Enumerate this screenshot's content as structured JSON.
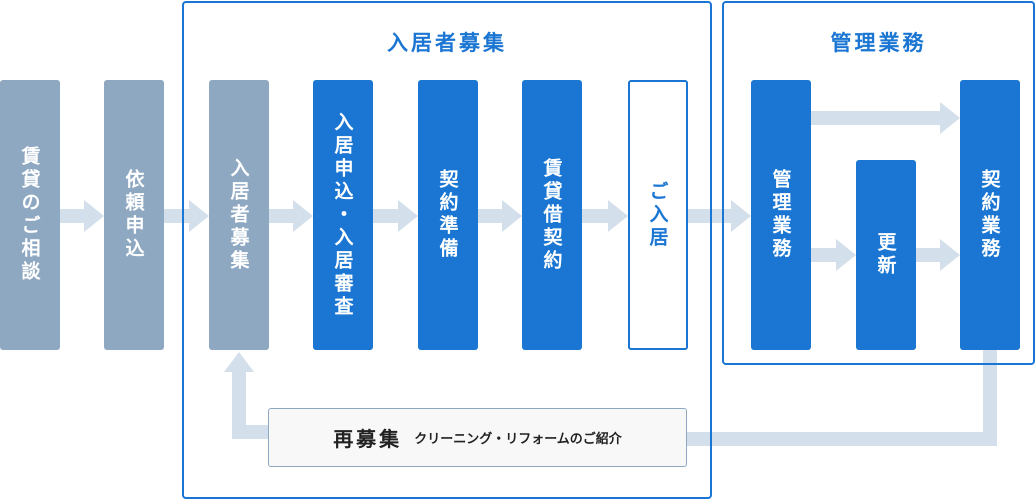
{
  "groups": {
    "recruit": "入居者募集",
    "manage": "管理業務"
  },
  "steps": [
    "賃貸のご相談",
    "依頼申込",
    "入居者募集",
    "入居申込・入居審査",
    "契約準備",
    "賃貸借契約",
    "ご入居",
    "管理業務",
    "更新",
    "契約業務"
  ],
  "rerecruit": {
    "main": "再募集",
    "sub": "クリーニング・リフォームのご紹介"
  },
  "colors": {
    "gray": "#8fa8c2",
    "blue": "#1a76d2",
    "arrow": "#d3dfea"
  }
}
